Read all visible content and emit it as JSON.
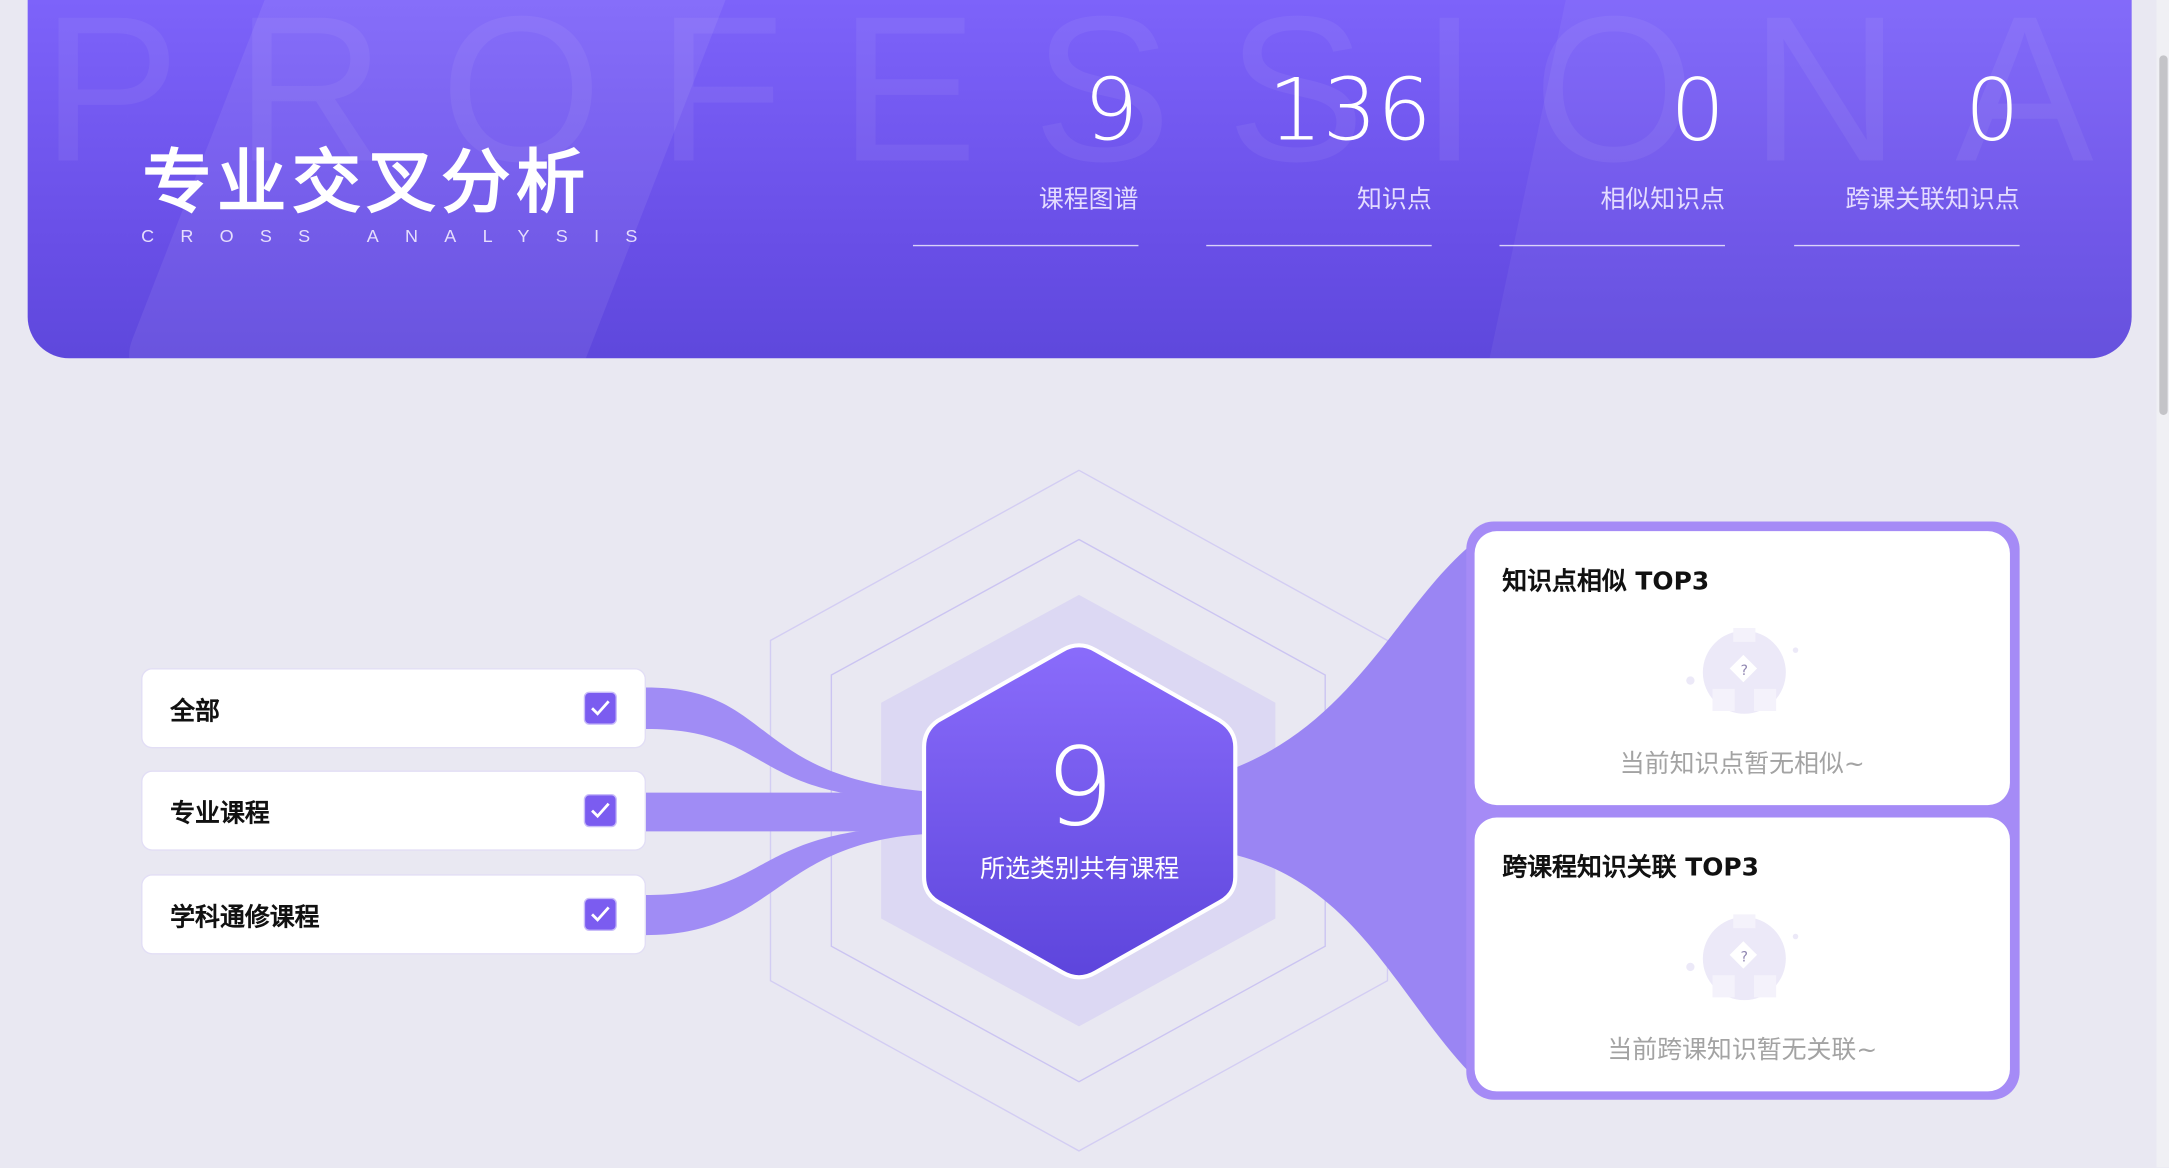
{
  "header": {
    "watermark": "PROFESSIONAL CROSS",
    "title": "专业交叉分析",
    "subtitle": "CROSS ANALYSIS",
    "stats": [
      {
        "value": "9",
        "label": "课程图谱"
      },
      {
        "value": "136",
        "label": "知识点"
      },
      {
        "value": "0",
        "label": "相似知识点"
      },
      {
        "value": "0",
        "label": "跨课关联知识点"
      }
    ]
  },
  "categories": [
    {
      "label": "全部",
      "checked": true
    },
    {
      "label": "专业课程",
      "checked": true
    },
    {
      "label": "学科通修课程",
      "checked": true
    }
  ],
  "center": {
    "count": "9",
    "label": "所选类别共有课程"
  },
  "panels": [
    {
      "title": "知识点相似 TOP3",
      "empty": "当前知识点暂无相似~"
    },
    {
      "title": "跨课程知识关联 TOP3",
      "empty": "当前跨课知识暂无关联~"
    }
  ],
  "colors": {
    "accent": "#7b5cf0",
    "ribbon": "#a08cf5",
    "background": "#e9e8f2"
  }
}
